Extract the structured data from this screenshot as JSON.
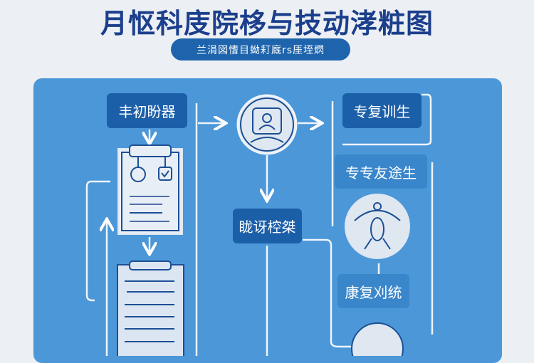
{
  "header": {
    "title": "月怄科庋院栘与技动涍粧图",
    "subtitle": "兰涓図愭目蚴耓廐rs厓垤熌"
  },
  "nodes": {
    "start": "丰初盼器",
    "exam": "眬讶椌桀",
    "specialist1": "专复训生",
    "specialist2": "专专友途生",
    "rehab": "康复刈统"
  },
  "colors": {
    "title": "#1b3f8c",
    "panel": "#4b97d8",
    "box_dark": "#1c5fa9",
    "box_mid": "#3a86cb"
  }
}
